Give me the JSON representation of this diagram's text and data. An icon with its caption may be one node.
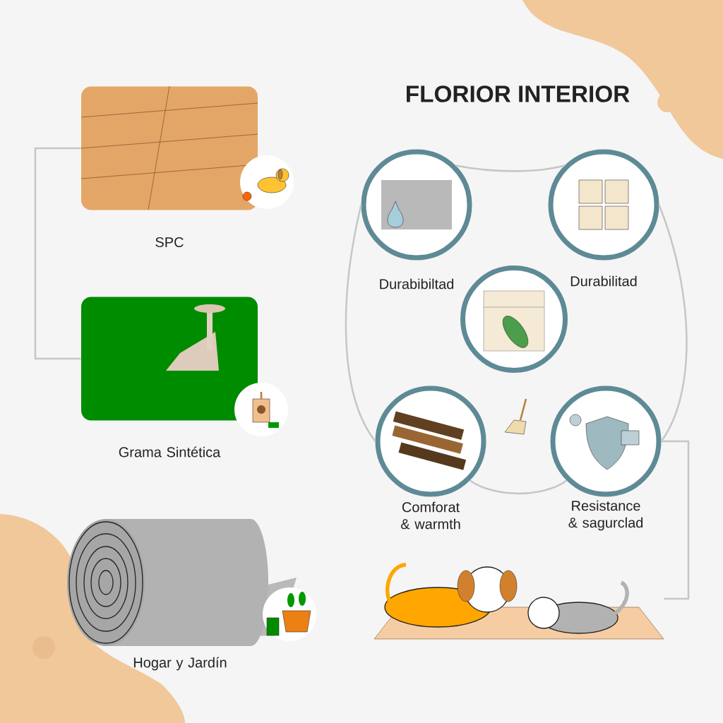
{
  "diagram": {
    "title": "FLORIOR INTERIOR",
    "nodes": [
      {
        "text": [
          "SPC"
        ]
      },
      {
        "text": [
          "Grama Sintética"
        ]
      },
      {
        "text": [
          "Hogar y Jardín"
        ]
      },
      {
        "text": [
          "Durabibiltad"
        ]
      },
      {
        "text": [
          "Durabilitad"
        ]
      },
      {
        "text": [],
        "shape": "circle"
      },
      {
        "text": [
          "Comforat & warmth"
        ]
      },
      {
        "text": [
          "Resistance & sagurclad"
        ]
      },
      {
        "text": [],
        "shape": "picture"
      }
    ],
    "edges": [
      {
        "from": 0,
        "to": 1,
        "arrow": "none"
      },
      {
        "from": 3,
        "to": 4,
        "arrow": "none"
      },
      {
        "from": 3,
        "to": 6,
        "arrow": "none"
      },
      {
        "from": 4,
        "to": 7,
        "arrow": "none"
      },
      {
        "from": 6,
        "to": 7,
        "arrow": "none"
      },
      {
        "from": 7,
        "to": 8,
        "arrow": "none"
      }
    ]
  }
}
